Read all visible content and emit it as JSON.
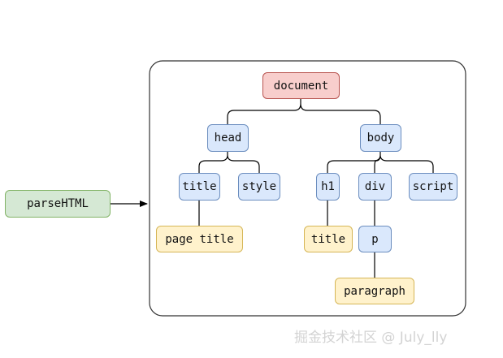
{
  "nodes": {
    "parse_html": "parseHTML",
    "document": "document",
    "head": "head",
    "body": "body",
    "title": "title",
    "style": "style",
    "h1": "h1",
    "div": "div",
    "script": "script",
    "page_title": "page title",
    "body_title": "title",
    "p": "p",
    "paragraph": "paragraph"
  },
  "watermark": "掘金技术社区 @ July_lly",
  "colors": {
    "root_fill": "#f8cecc",
    "root_stroke": "#b85450",
    "element_fill": "#dae8fc",
    "element_stroke": "#6c8ebf",
    "text_fill": "#fff2cc",
    "text_stroke": "#d6b656",
    "input_fill": "#d5e8d4",
    "input_stroke": "#82b366",
    "line": "#000000"
  }
}
